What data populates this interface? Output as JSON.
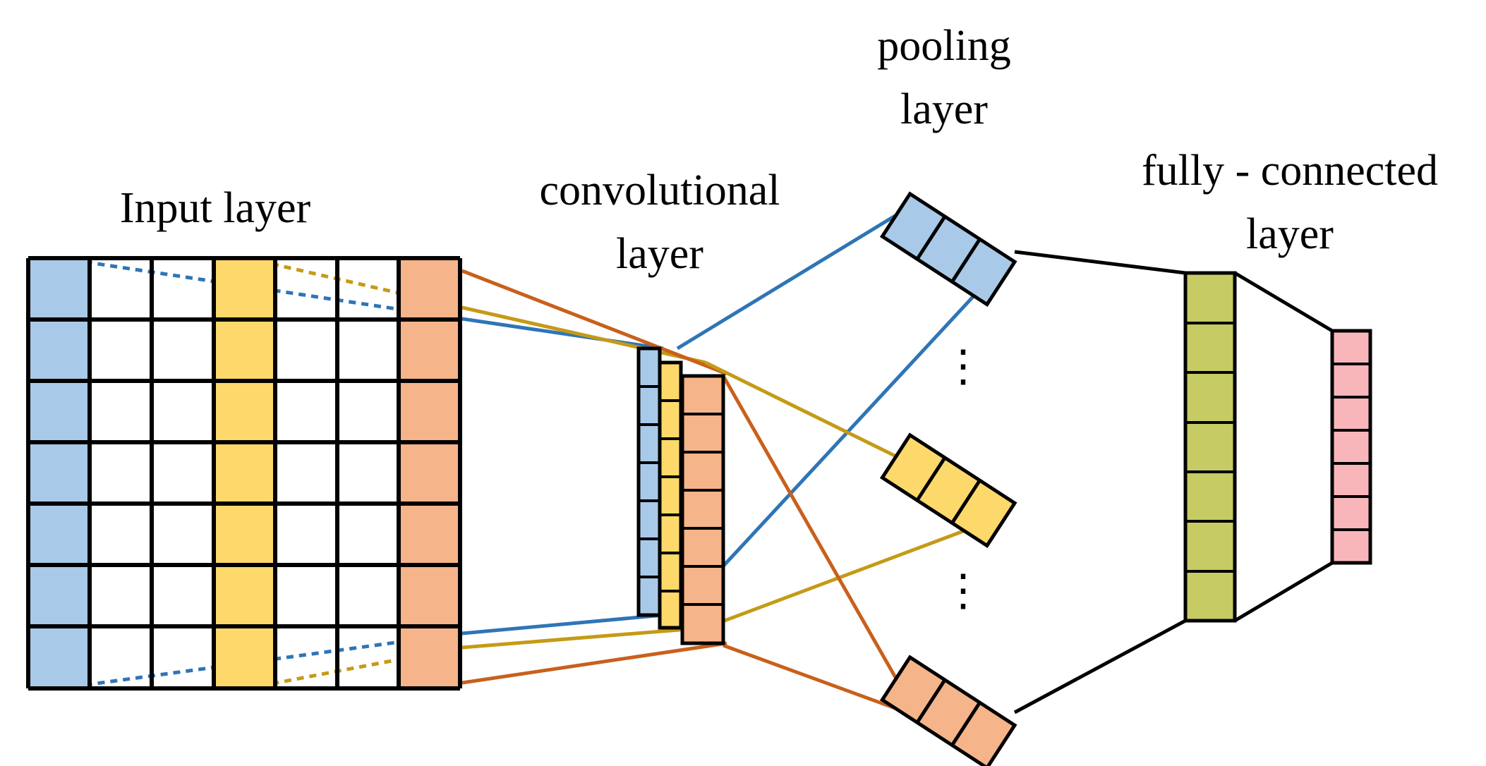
{
  "labels": {
    "input": "Input layer",
    "conv_line1": "convolutional",
    "conv_line2": "layer",
    "pool_line1": "pooling",
    "pool_line2": "layer",
    "fc_line1": "fully - connected",
    "fc_line2": "layer"
  },
  "ellipsis": "⋮",
  "colors": {
    "blue_fill": "#A9C9E8",
    "yellow_fill": "#FDD96B",
    "orange_fill": "#F5B48A",
    "green_fill": "#C6CB63",
    "pink_fill": "#F8B6BB",
    "blue_line": "#2E75B6",
    "yellow_line": "#C59A16",
    "orange_line": "#C8601C",
    "outline": "#000000"
  }
}
